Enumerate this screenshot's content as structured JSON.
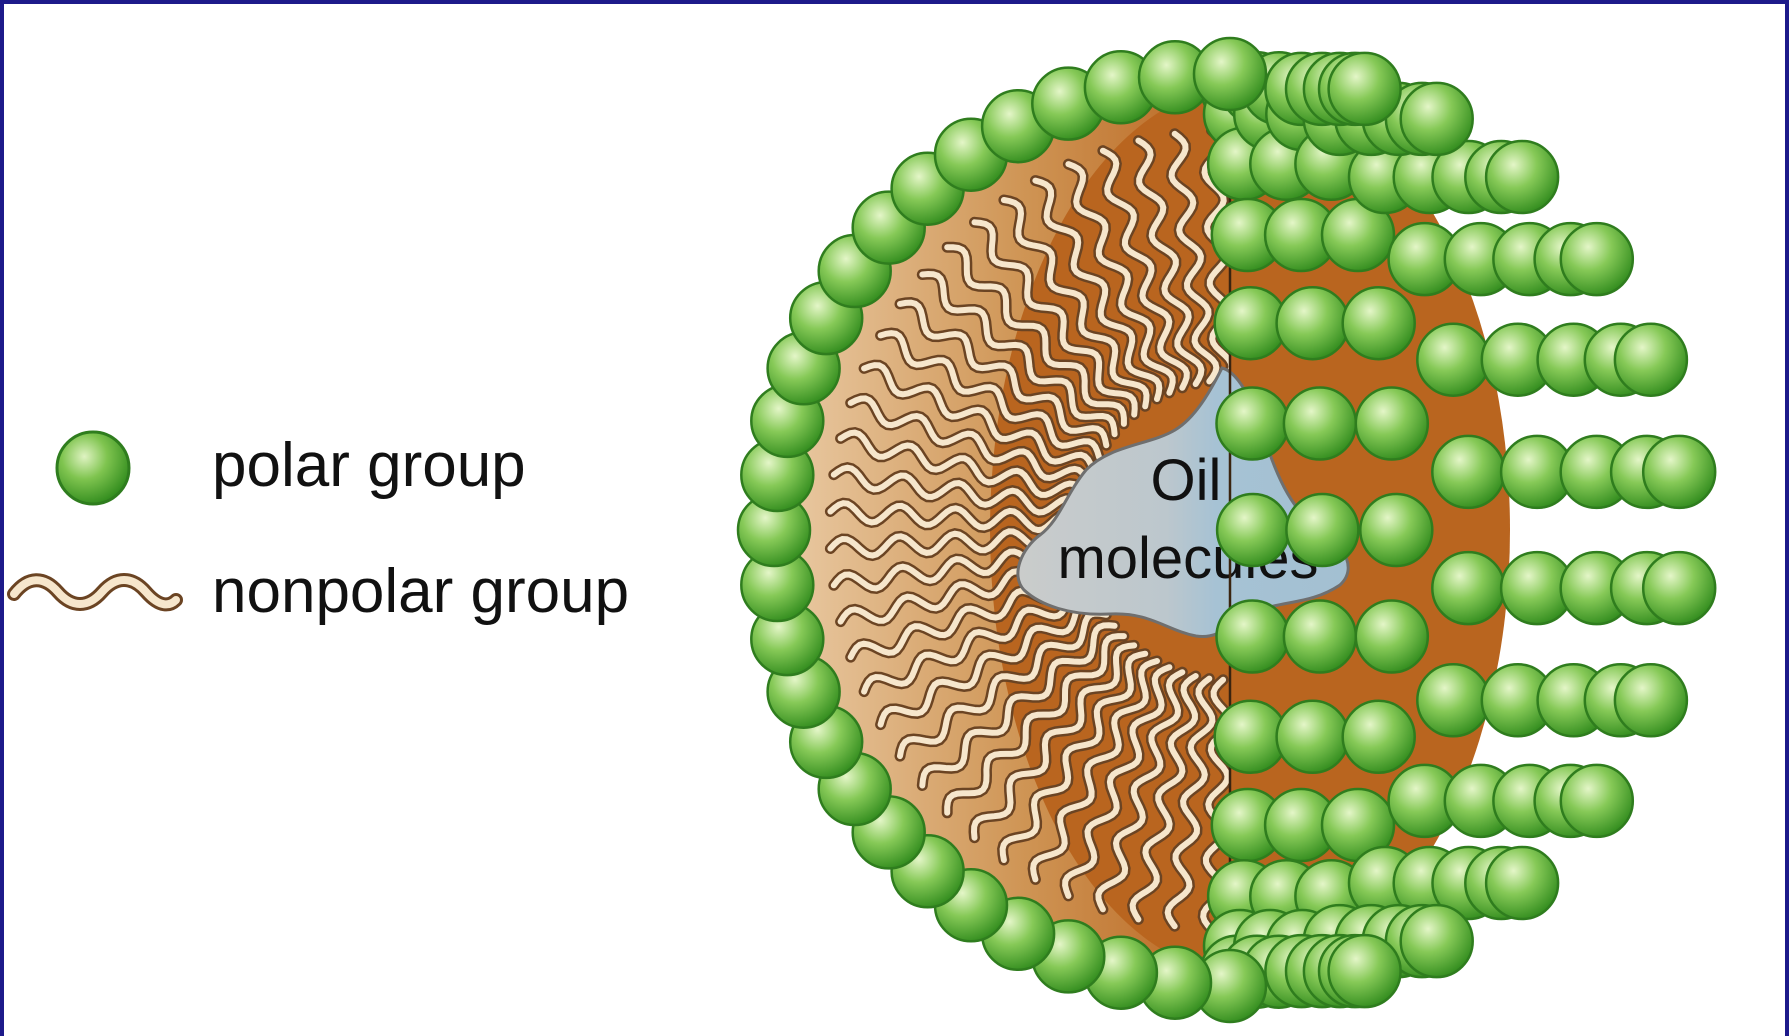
{
  "legend": {
    "polar_label": "polar group",
    "nonpolar_label": "nonpolar group"
  },
  "core": {
    "line1": "Oil",
    "line2": "molecules"
  },
  "colors": {
    "frame": "#1d1a8a",
    "polar_green": "#3f9a26",
    "polar_light": "#b8e08f",
    "polar_outline": "#2f7d1e",
    "tail_fill": "#f6e6cc",
    "tail_outline": "#6b4423",
    "interior_dark": "#b9651f",
    "interior_light": "#e7c59e",
    "oil_blue": "#a9c3d3",
    "oil_grey": "#c7c9c9"
  }
}
